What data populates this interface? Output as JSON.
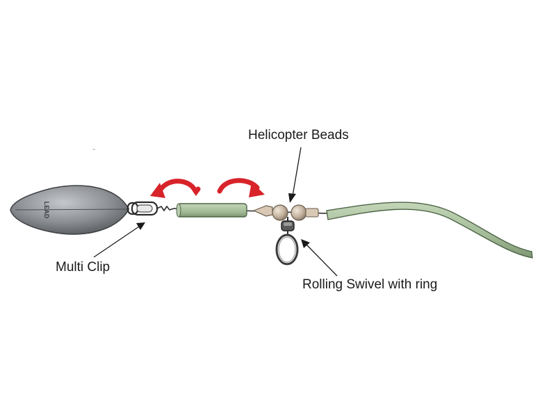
{
  "labels": {
    "helicopter_beads": "Helicopter Beads",
    "multi_clip": "Multi Clip",
    "rolling_swivel": "Rolling Swivel with ring",
    "lead_text": "LEAD"
  },
  "colors": {
    "lead_body": "#8e9196",
    "tube": "#a9c19e",
    "tube_outline": "#4d6446",
    "arrow_red": "#d8232a",
    "bead": "#c9b9a6",
    "line": "#222222"
  },
  "components": {
    "lead": "lead-weight",
    "clip": "multi-clip",
    "sleeve": "anti-tangle-sleeve",
    "beads": "helicopter-beads",
    "swivel": "rolling-swivel",
    "ring": "swivel-ring",
    "leader": "leader-tubing"
  }
}
